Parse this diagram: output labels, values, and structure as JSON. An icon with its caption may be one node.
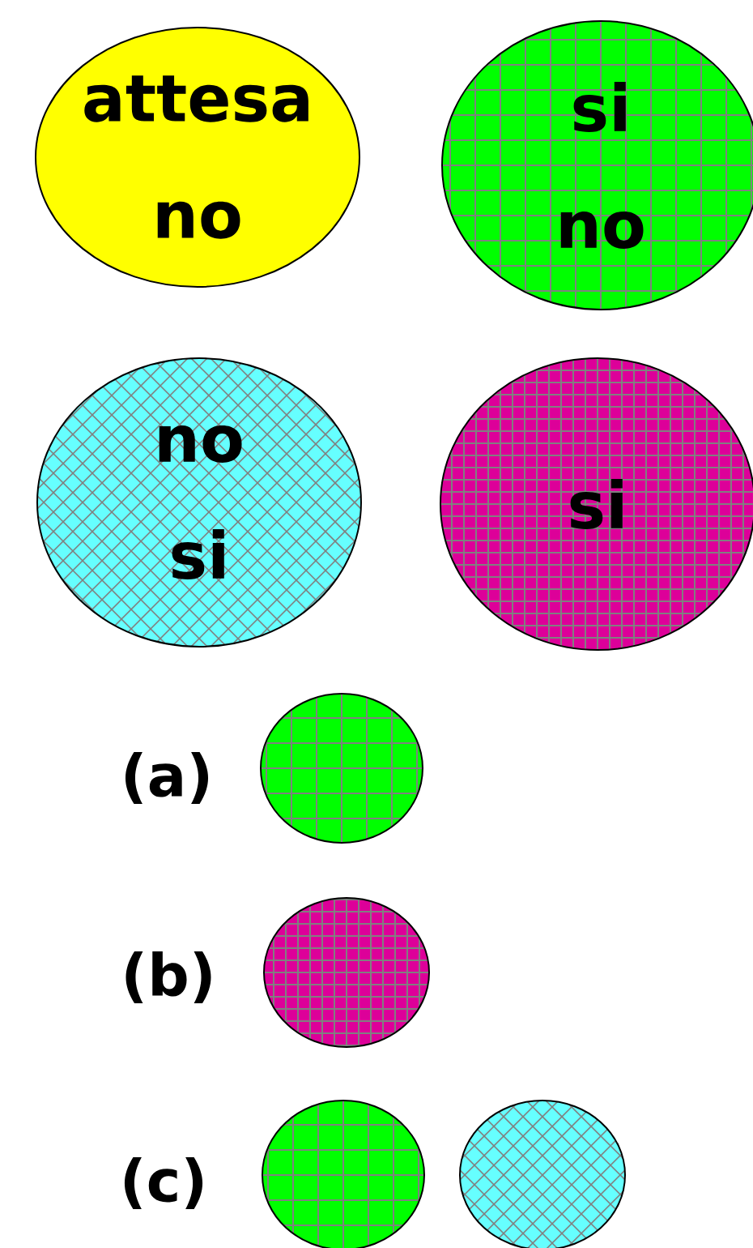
{
  "diagram": {
    "nodes": [
      {
        "text": [
          "attesa no"
        ]
      },
      {
        "text": [
          "si no"
        ]
      },
      {
        "text": [
          "no si"
        ]
      },
      {
        "text": [
          "si"
        ]
      },
      {
        "text": [],
        "shape": "circle"
      },
      {
        "text": [],
        "shape": "circle"
      },
      {
        "text": [],
        "shape": "circle"
      },
      {
        "text": [],
        "shape": "circle"
      }
    ],
    "labels": [
      "(a)",
      "(b)",
      "(c)"
    ]
  }
}
